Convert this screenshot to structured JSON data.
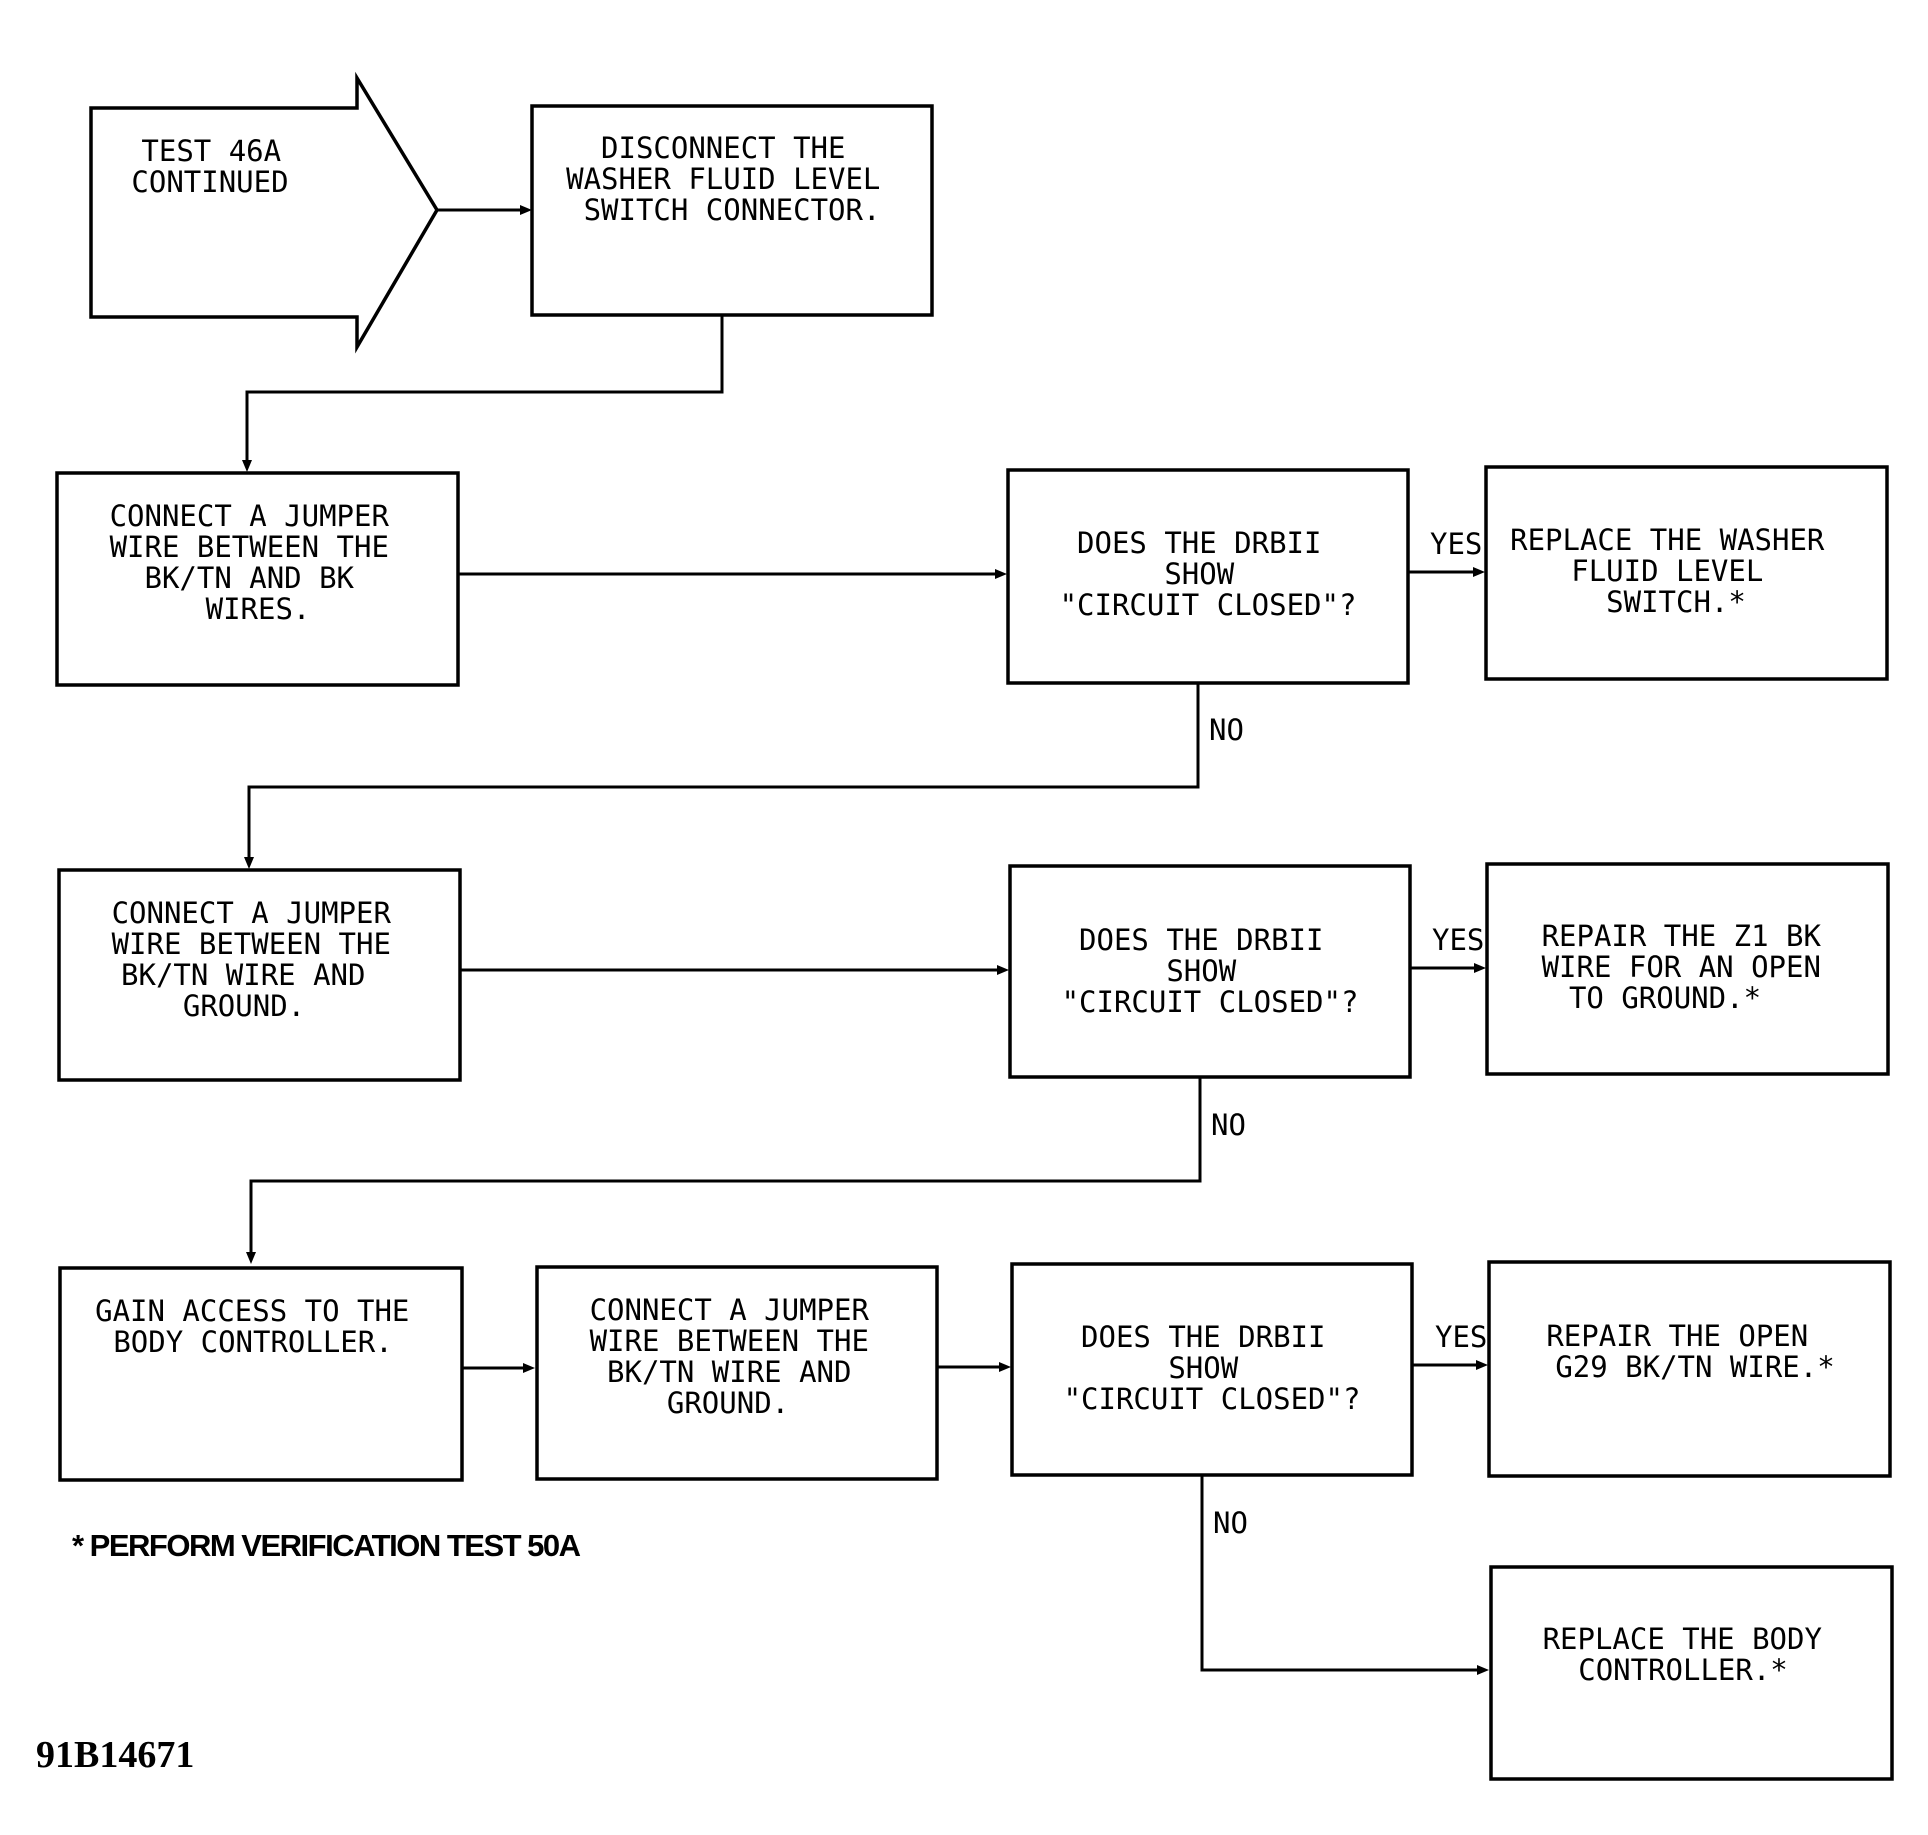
{
  "flowchart": {
    "start": {
      "lines": [
        "TEST 46A",
        "CONTINUED"
      ]
    },
    "step1": {
      "lines": [
        "DISCONNECT THE",
        "WASHER FLUID LEVEL",
        "SWITCH CONNECTOR."
      ]
    },
    "step2": {
      "lines": [
        "CONNECT A JUMPER",
        "WIRE BETWEEN THE",
        "BK/TN AND BK",
        "WIRES."
      ]
    },
    "question1": {
      "lines": [
        "DOES THE DRBII",
        "SHOW",
        "\"CIRCUIT CLOSED\"?"
      ]
    },
    "result1": {
      "lines": [
        "REPLACE THE WASHER",
        "FLUID LEVEL",
        "SWITCH.*"
      ]
    },
    "step3": {
      "lines": [
        "CONNECT A JUMPER",
        "WIRE BETWEEN THE",
        "BK/TN WIRE AND",
        "GROUND."
      ]
    },
    "question2": {
      "lines": [
        "DOES THE DRBII",
        "SHOW",
        "\"CIRCUIT CLOSED\"?"
      ]
    },
    "result2": {
      "lines": [
        "REPAIR THE Z1 BK",
        "WIRE FOR AN OPEN",
        "TO GROUND.*"
      ]
    },
    "step4": {
      "lines": [
        "GAIN ACCESS TO THE",
        "BODY CONTROLLER."
      ]
    },
    "step5": {
      "lines": [
        "CONNECT A JUMPER",
        "WIRE BETWEEN THE",
        "BK/TN WIRE AND",
        "GROUND."
      ]
    },
    "question3": {
      "lines": [
        "DOES THE DRBII",
        "SHOW",
        "\"CIRCUIT CLOSED\"?"
      ]
    },
    "result3": {
      "lines": [
        "REPAIR THE OPEN",
        "G29 BK/TN WIRE.*"
      ]
    },
    "result4": {
      "lines": [
        "REPLACE THE BODY",
        "CONTROLLER.*"
      ]
    },
    "labels": {
      "yes": "YES",
      "no": "NO"
    }
  },
  "footnote": "* PERFORM VERIFICATION TEST 50A",
  "figure_id": "91B14671"
}
